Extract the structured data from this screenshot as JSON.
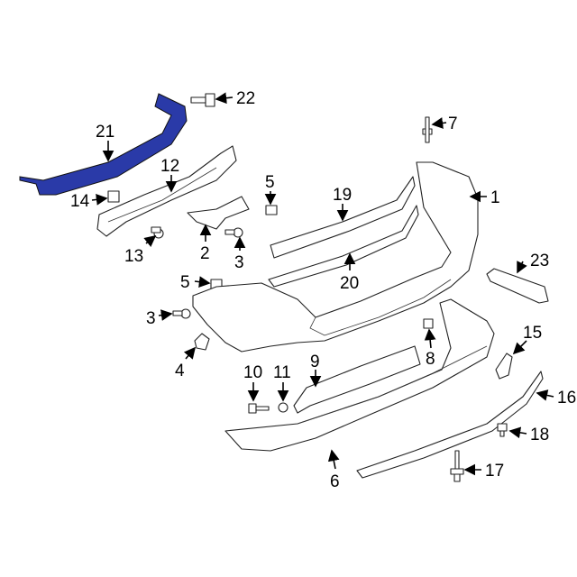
{
  "diagram": {
    "highlight_color": "#2a3aa8",
    "callouts": [
      "21",
      "22",
      "7",
      "12",
      "14",
      "5",
      "19",
      "1",
      "13",
      "2",
      "3",
      "20",
      "23",
      "5",
      "3",
      "4",
      "10",
      "11",
      "9",
      "8",
      "15",
      "16",
      "18",
      "17",
      "6"
    ]
  }
}
